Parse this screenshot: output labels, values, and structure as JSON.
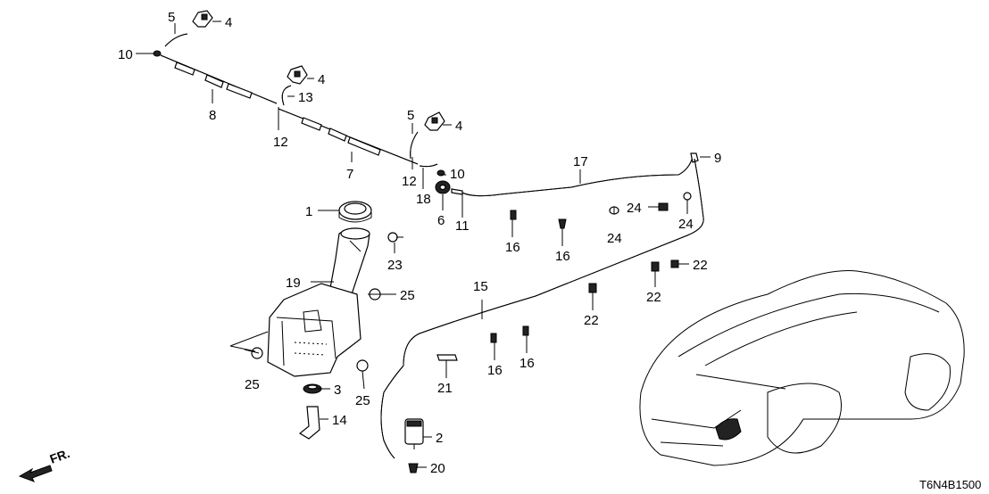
{
  "diagram_code": "T6N4B1500",
  "front_label": "FR.",
  "callouts": {
    "c1": "1",
    "c2": "2",
    "c3": "3",
    "c4a": "4",
    "c4b": "4",
    "c4c": "4",
    "c5a": "5",
    "c5b": "5",
    "c6": "6",
    "c7": "7",
    "c8": "8",
    "c9": "9",
    "c10a": "10",
    "c10b": "10",
    "c11": "11",
    "c12a": "12",
    "c12b": "12",
    "c13": "13",
    "c14": "14",
    "c15": "15",
    "c16a": "16",
    "c16b": "16",
    "c16c": "16",
    "c16d": "16",
    "c17": "17",
    "c18": "18",
    "c19": "19",
    "c20": "20",
    "c21": "21",
    "c22a": "22",
    "c22b": "22",
    "c22c": "22",
    "c23": "23",
    "c24a": "24",
    "c24b": "24",
    "c24c": "24",
    "c25a": "25",
    "c25b": "25",
    "c25c": "25"
  }
}
